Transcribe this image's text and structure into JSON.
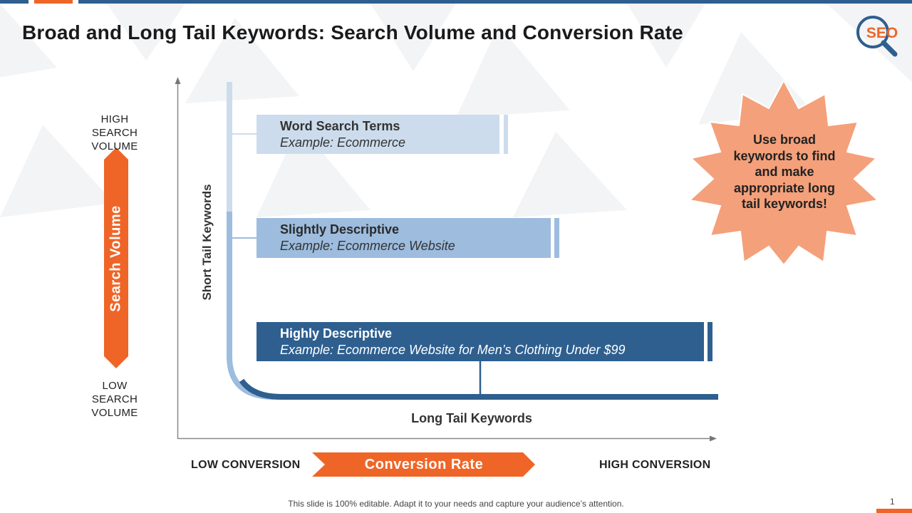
{
  "slide": {
    "title": "Broad and Long Tail Keywords: Search Volume and Conversion Rate",
    "logo_text": "SEO",
    "footer": "This slide is 100% editable. Adapt it to your needs and capture your audience’s attention.",
    "page_number": "1"
  },
  "vertical_axis": {
    "high_line1": "HIGH",
    "high_line2": "SEARCH VOLUME",
    "low_line1": "LOW",
    "low_line2": "SEARCH VOLUME",
    "arrow_label": "Search Volume",
    "curve_label": "Short Tail Keywords"
  },
  "horizontal_axis": {
    "low_label": "LOW CONVERSION",
    "high_label": "HIGH CONVERSION",
    "arrow_label": "Conversion Rate",
    "curve_label": "Long Tail Keywords"
  },
  "keyword_boxes": [
    {
      "title": "Word Search Terms",
      "example": "Example: Ecommerce"
    },
    {
      "title": "Slightly Descriptive",
      "example": "Example: Ecommerce Website"
    },
    {
      "title": "Highly Descriptive",
      "example": "Example: Ecommerce Website for Men’s Clothing Under $99"
    }
  ],
  "callout": {
    "text": "Use broad keywords to find and make appropriate long tail keywords!"
  },
  "colors": {
    "navy": "#2e5f8f",
    "mid_blue": "#9dbcde",
    "light_blue": "#ccdcec",
    "orange": "#ef6527",
    "salmon": "#f4a07a"
  }
}
